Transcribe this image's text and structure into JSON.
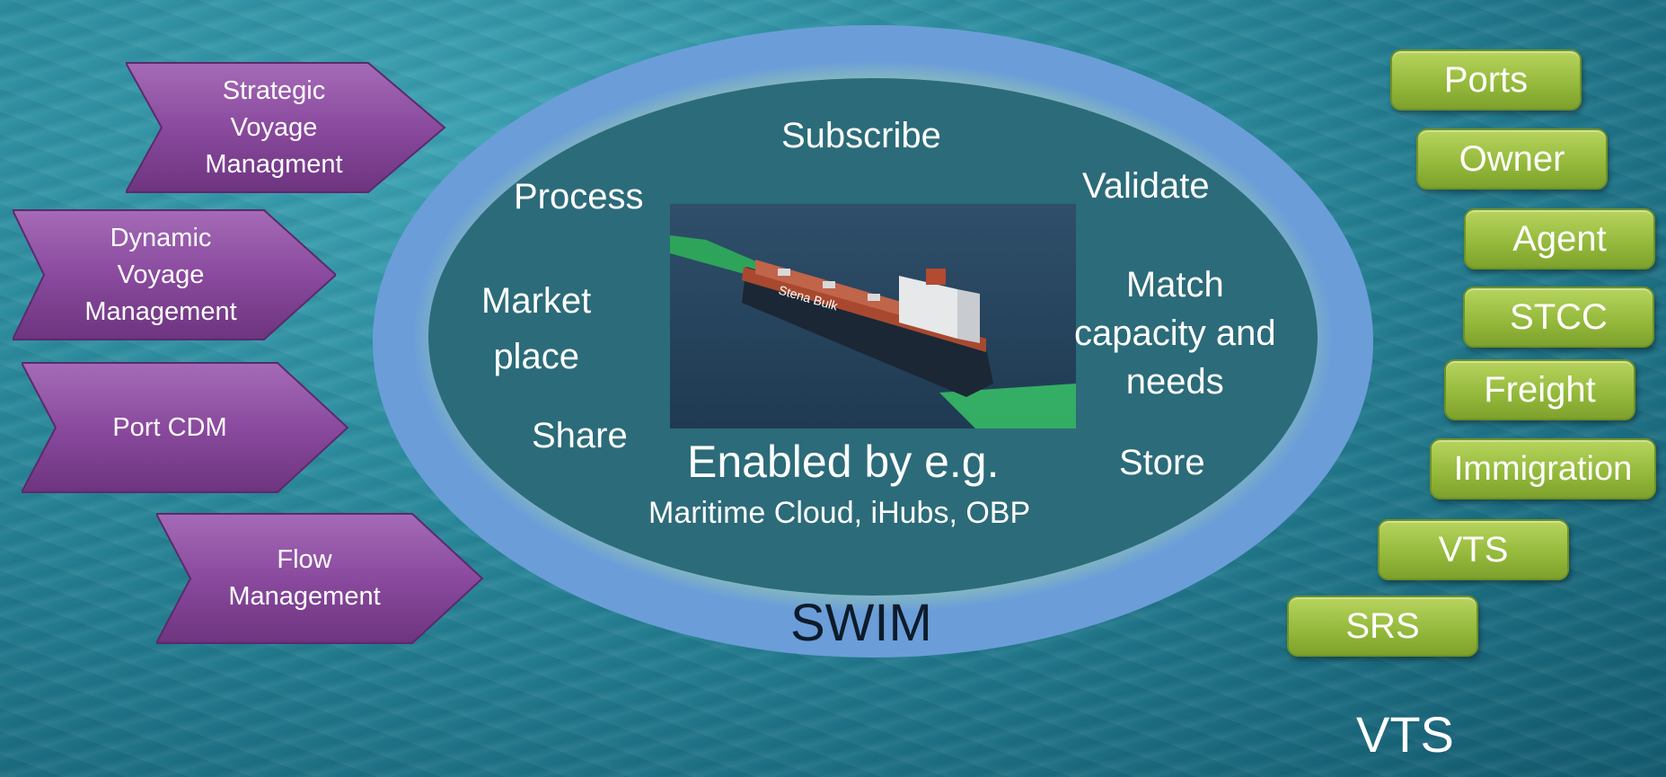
{
  "left_flows": [
    {
      "label": "Strategic\nVoyage\nManagment"
    },
    {
      "label": "Dynamic\nVoyage\nManagement"
    },
    {
      "label": "Port CDM"
    },
    {
      "label": "Flow\nManagement"
    }
  ],
  "oval": {
    "verbs": {
      "subscribe": "Subscribe",
      "process": "Process",
      "validate": "Validate",
      "market_place": "Market\nplace",
      "match": "Match\ncapacity and\nneeds",
      "share": "Share",
      "store": "Store"
    },
    "enabled_title": "Enabled by e.g.",
    "enabled_sub": "Maritime Cloud, iHubs, OBP",
    "outer_label": "SWIM",
    "image_alt": "cargo-ship"
  },
  "stakeholders": [
    "Ports",
    "Owner",
    "Agent",
    "STCC",
    "Freight",
    "Immigration",
    "VTS",
    "SRS"
  ],
  "caption": "VTS",
  "colors": {
    "arrow_fill": "#8b4a9e",
    "pill_fill": "#9cbe42",
    "oval_outer": "#6b9ed8",
    "oval_inner": "#2c6b79"
  }
}
